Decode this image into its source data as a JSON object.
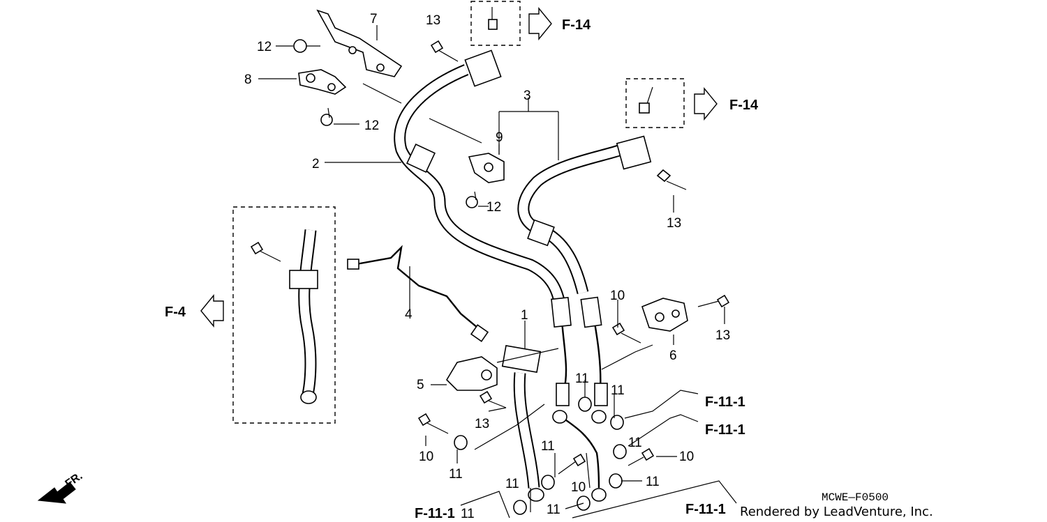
{
  "callouts": {
    "c1": "1",
    "c2": "2",
    "c3": "3",
    "c4": "4",
    "c5": "5",
    "c6": "6",
    "c7": "7",
    "c8": "8",
    "c9": "9",
    "c10a": "10",
    "c10b": "10",
    "c10c": "10",
    "c10d": "10",
    "c11a": "11",
    "c11b": "11",
    "c11c": "11",
    "c11d": "11",
    "c11e": "11",
    "c11f": "11",
    "c11g": "11",
    "c11h": "11",
    "c11i": "11",
    "c12a": "12",
    "c12b": "12",
    "c12c": "12",
    "c13a": "13",
    "c13b": "13",
    "c13c": "13",
    "c13d": "13"
  },
  "references": {
    "f14_top": "F-14",
    "f14_mid": "F-14",
    "f4": "F-4",
    "f11_1_a": "F-11-1",
    "f11_1_b": "F-11-1",
    "f11_1_c": "F-11-1",
    "f11_1_d": "F-11-1"
  },
  "front_marker": "FR.",
  "diagram_code": "MCWE—F0500",
  "credit": "Rendered by LeadVenture, Inc."
}
